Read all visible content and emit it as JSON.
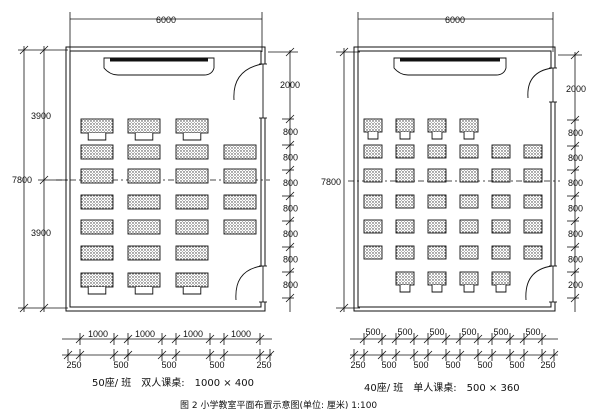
{
  "left_plan": {
    "width_label": "6000",
    "height_label": "7800",
    "upper_label": "3900",
    "lower_label": "3900",
    "right_labels": [
      "2000",
      "800",
      "800",
      "800",
      "800",
      "800",
      "800",
      "800"
    ],
    "bottom_top_labels": [
      "1000",
      "1000",
      "1000",
      "1000"
    ],
    "bottom_labels": [
      "250",
      "500",
      "500",
      "500",
      "250"
    ],
    "caption_seats": "50座/ 班",
    "caption_desk": "双人课桌:",
    "caption_size": "1000 × 400"
  },
  "right_plan": {
    "width_label": "6000",
    "height_label": "7800",
    "right_labels": [
      "2000",
      "800",
      "800",
      "800",
      "800",
      "800",
      "800",
      "200"
    ],
    "bottom_top_labels": [
      "500",
      "500",
      "500",
      "500",
      "500",
      "500"
    ],
    "bottom_labels": [
      "250",
      "500",
      "500",
      "500",
      "500",
      "500",
      "250"
    ],
    "caption_seats": "40座/ 班",
    "caption_desk": "单人课桌:",
    "caption_size": "500 × 360"
  },
  "figure_caption": "图 2  小学教室平面布置示意图(单位: 厘米)  1:100"
}
